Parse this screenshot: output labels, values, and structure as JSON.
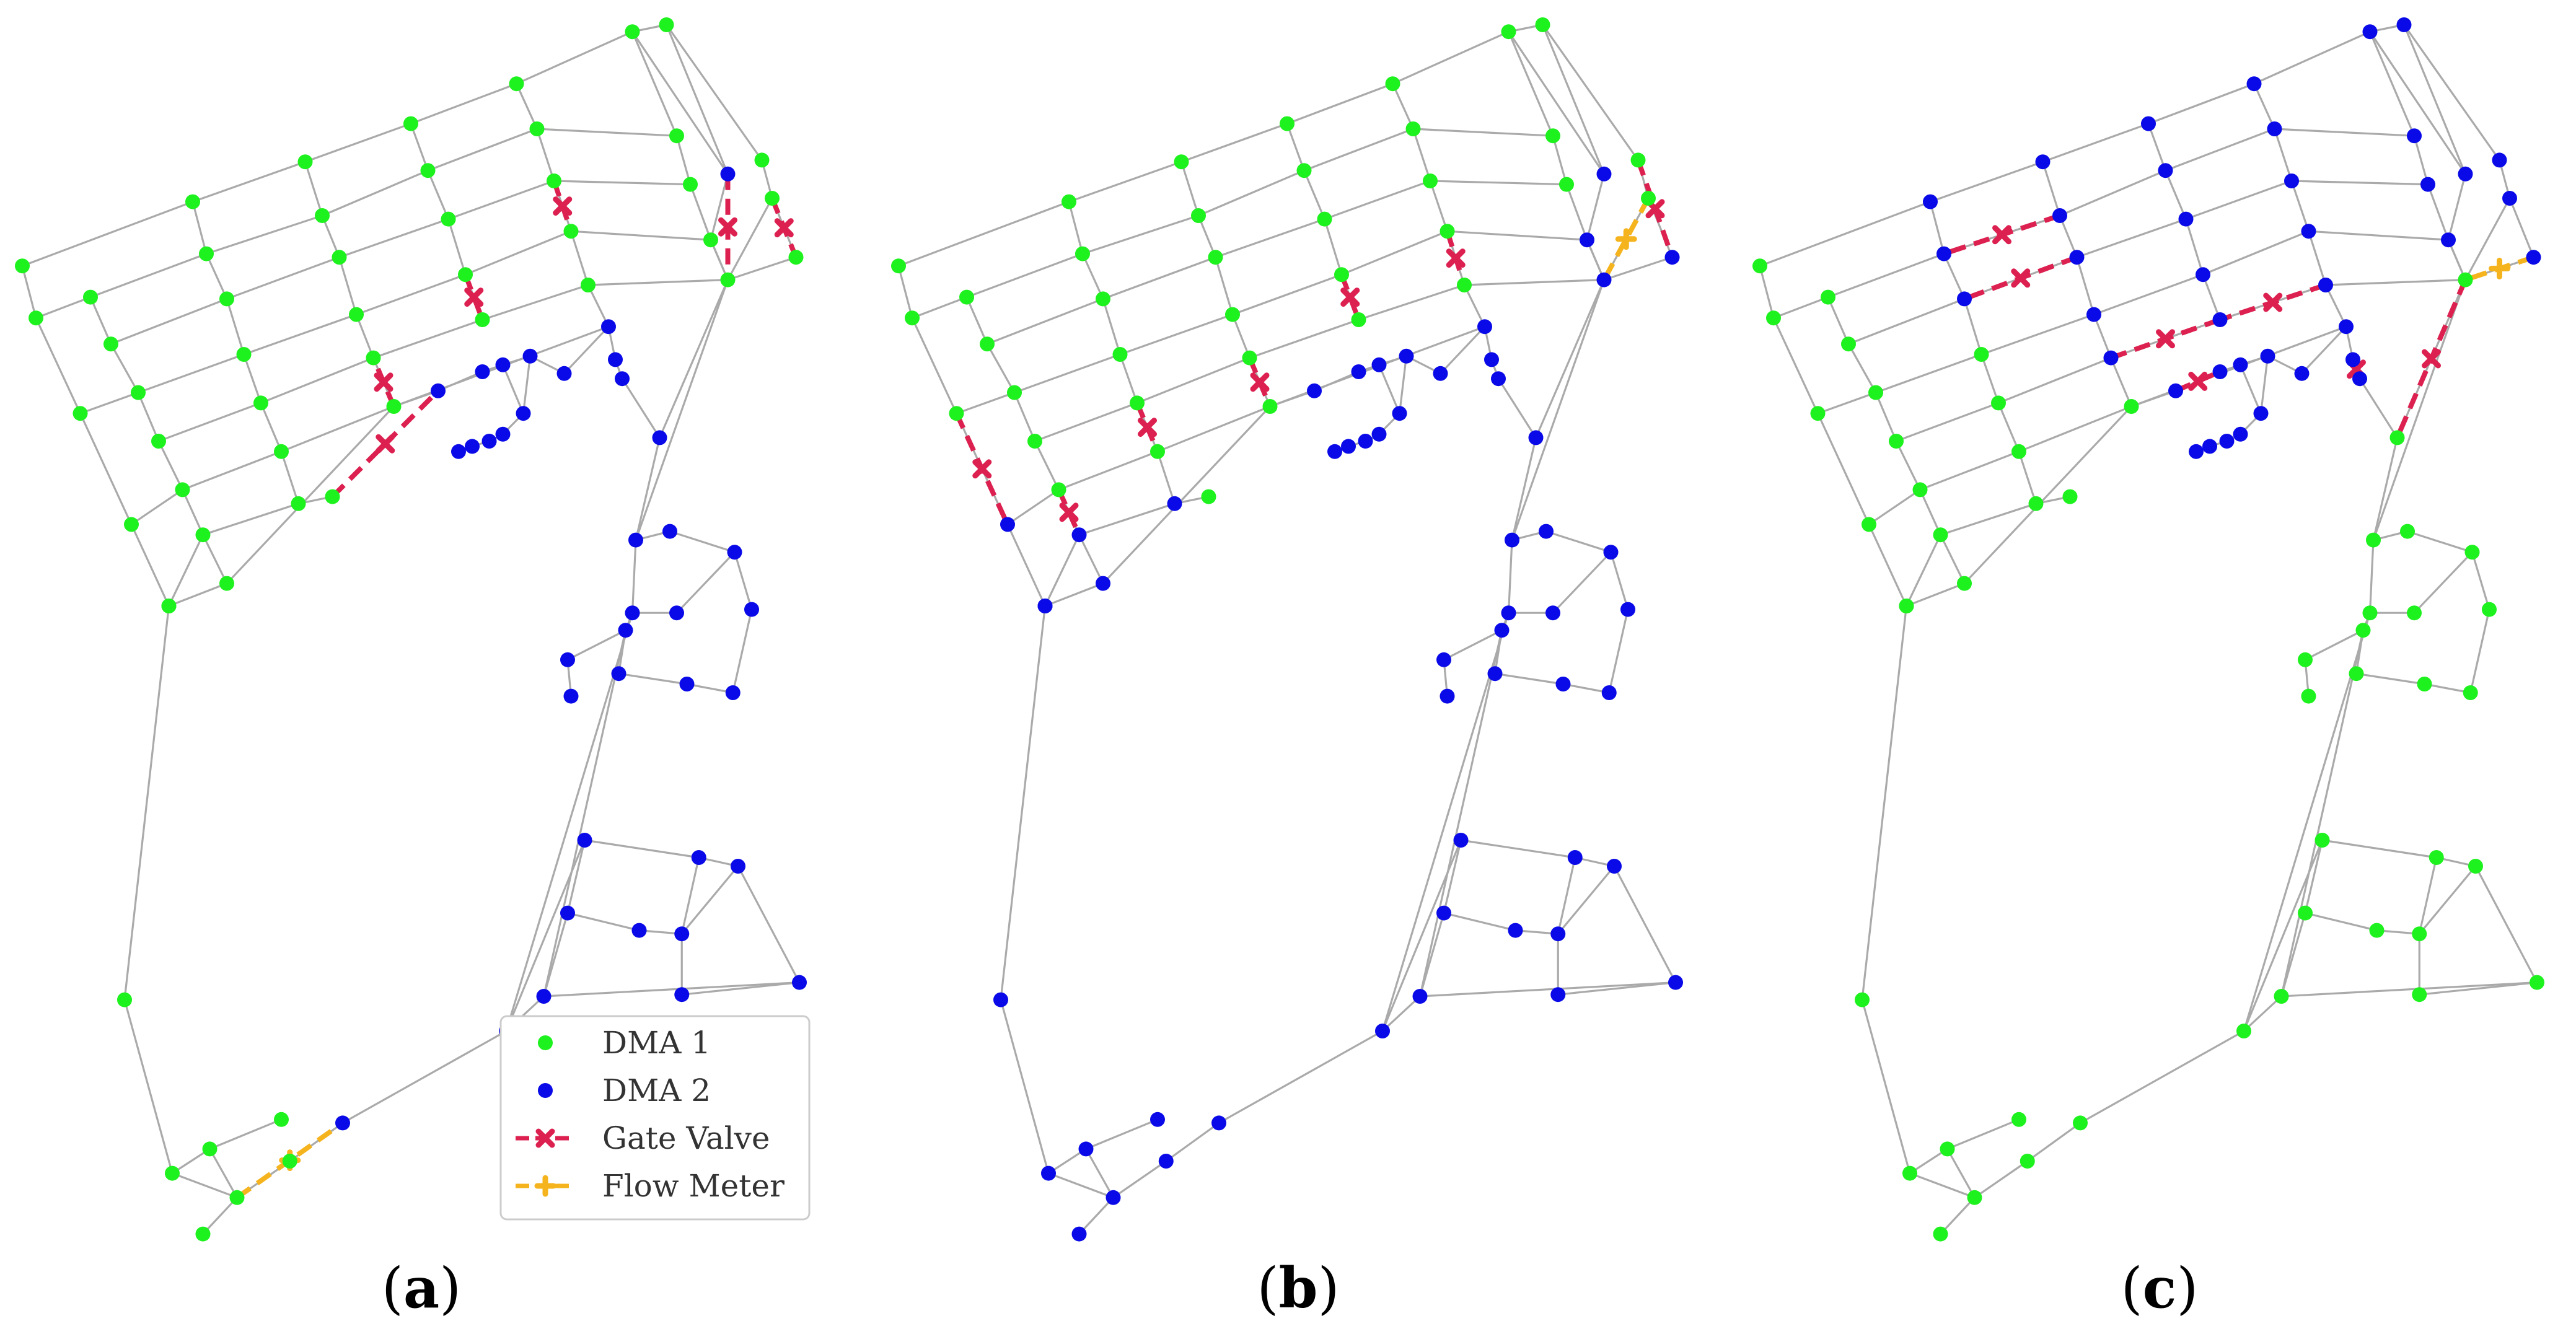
{
  "colors": {
    "dma1": "#1ef21e",
    "dma2": "#0a0ae8",
    "gate_valve": "#dc2050",
    "flow_meter": "#f5b41e",
    "pipe": "#aaaaaa"
  },
  "legend": {
    "items": [
      {
        "label": "DMA 1",
        "kind": "dot",
        "color_key": "dma1"
      },
      {
        "label": "DMA 2",
        "kind": "dot",
        "color_key": "dma2"
      },
      {
        "label": "Gate Valve",
        "kind": "x-line",
        "color_key": "gate_valve"
      },
      {
        "label": "Flow Meter",
        "kind": "plus-line",
        "color_key": "flow_meter"
      }
    ]
  },
  "panels": [
    {
      "id": "a",
      "open": "(",
      "letter": "a",
      "close": ")"
    },
    {
      "id": "b",
      "open": "(",
      "letter": "b",
      "close": ")"
    },
    {
      "id": "c",
      "open": "(",
      "letter": "c",
      "close": ")"
    }
  ]
}
